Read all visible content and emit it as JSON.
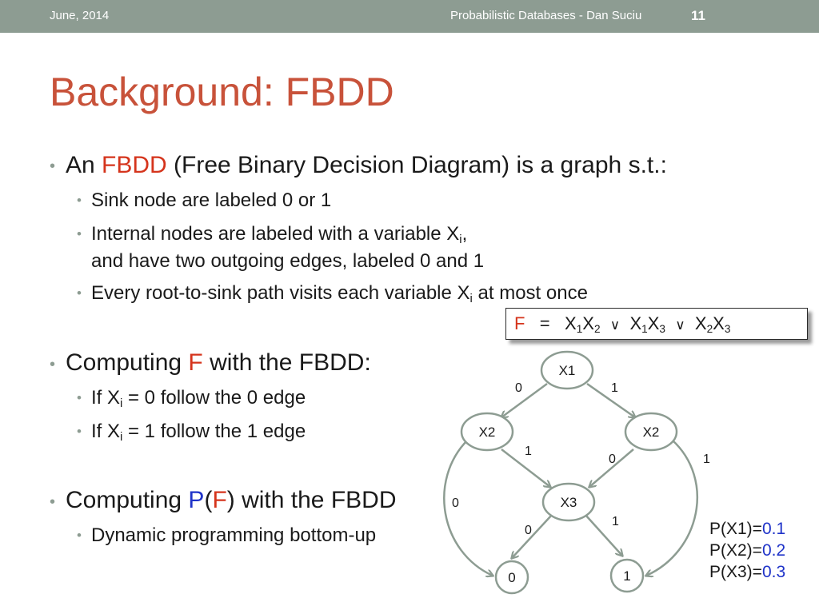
{
  "header": {
    "date": "June, 2014",
    "footer": "Probabilistic Databases - Dan Suciu",
    "slide_number": "11"
  },
  "title": "Background: FBDD",
  "bullet1": {
    "pre": "An ",
    "hl": "FBDD",
    "post": " (Free Binary Decision Diagram) is a graph s.t.:"
  },
  "sub1": "Sink node are labeled 0 or 1",
  "sub2": {
    "a": "Internal nodes are labeled with a variable X",
    "sub": "i",
    "b": ",",
    "line2": "and have two outgoing edges, labeled 0 and 1"
  },
  "sub3": {
    "a": "Every root-to-sink path visits each variable X",
    "sub": "i",
    "b": " at most once"
  },
  "bullet2": {
    "pre": "Computing ",
    "hl": "F",
    "post": " with the FBDD:"
  },
  "sub4": {
    "a": "If X",
    "sub": "i",
    "b": " = 0 follow the 0 edge"
  },
  "sub5": {
    "a": "If X",
    "sub": "i",
    "b": " = 1 follow the 1 edge"
  },
  "bullet3": {
    "pre": "Computing ",
    "p": "P",
    "open": "(",
    "f": "F",
    "post": ") with the FBDD"
  },
  "sub6": "Dynamic programming bottom-up",
  "formula": {
    "lhs": "F",
    "eq": "=",
    "t1a": "X",
    "t1s1": "1",
    "t1b": "X",
    "t1s2": "2",
    "or1": "∨",
    "t2a": "X",
    "t2s1": "1",
    "t2b": "X",
    "t2s2": "3",
    "or2": "∨",
    "t3a": "X",
    "t3s1": "2",
    "t3b": "X",
    "t3s2": "3"
  },
  "diagram": {
    "nodes": {
      "root": "X1",
      "left": "X2",
      "right": "X2",
      "mid": "X3",
      "sink0": "0",
      "sink1": "1"
    },
    "edges": {
      "root_left": "0",
      "root_right": "1",
      "left_mid": "1",
      "left_sink0": "0",
      "right_mid": "0",
      "right_sink1": "1",
      "mid_sink0": "0",
      "mid_sink1": "1"
    }
  },
  "probabilities": [
    {
      "label": "P(X1)=",
      "value": "0.1"
    },
    {
      "label": "P(X2)=",
      "value": "0.2"
    },
    {
      "label": "P(X3)=",
      "value": "0.3"
    }
  ],
  "colors": {
    "accent_title": "#c8523a",
    "highlight_red": "#d5341c",
    "highlight_blue": "#1f33c9",
    "bar": "#8d9c92"
  }
}
